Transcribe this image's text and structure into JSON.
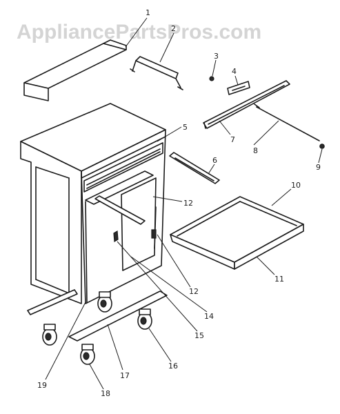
{
  "watermark": {
    "text": "AppliancePartsPros.com"
  },
  "colors": {
    "line": "#1a1a1a",
    "watermark": "#d4d4d4",
    "background": "#ffffff"
  },
  "callouts": {
    "c1": "1",
    "c2": "2",
    "c3": "3",
    "c4": "4",
    "c5": "5",
    "c6": "6",
    "c7": "7",
    "c8": "8",
    "c9": "9",
    "c10": "10",
    "c11": "11",
    "c12a": "12",
    "c12b": "12",
    "c14": "14",
    "c15": "15",
    "c16": "16",
    "c17": "17",
    "c18": "18",
    "c19": "19"
  }
}
